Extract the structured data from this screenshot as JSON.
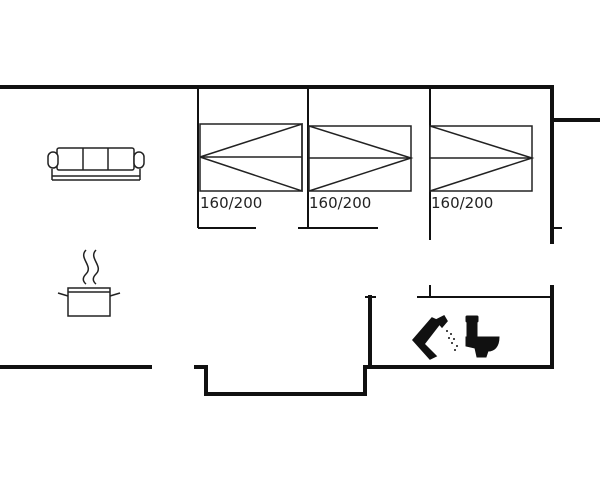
{
  "floorplan": {
    "bedrooms": [
      {
        "bed_size": "160/200"
      },
      {
        "bed_size": "160/200"
      },
      {
        "bed_size": "160/200"
      }
    ],
    "icons": {
      "living": "sofa-icon",
      "kitchen": "cooking-pot-icon",
      "bathroom_shower": "shower-icon",
      "bathroom_toilet": "toilet-icon"
    },
    "colors": {
      "wall": "#111111",
      "furniture": "#222222",
      "background": "#ffffff"
    }
  }
}
